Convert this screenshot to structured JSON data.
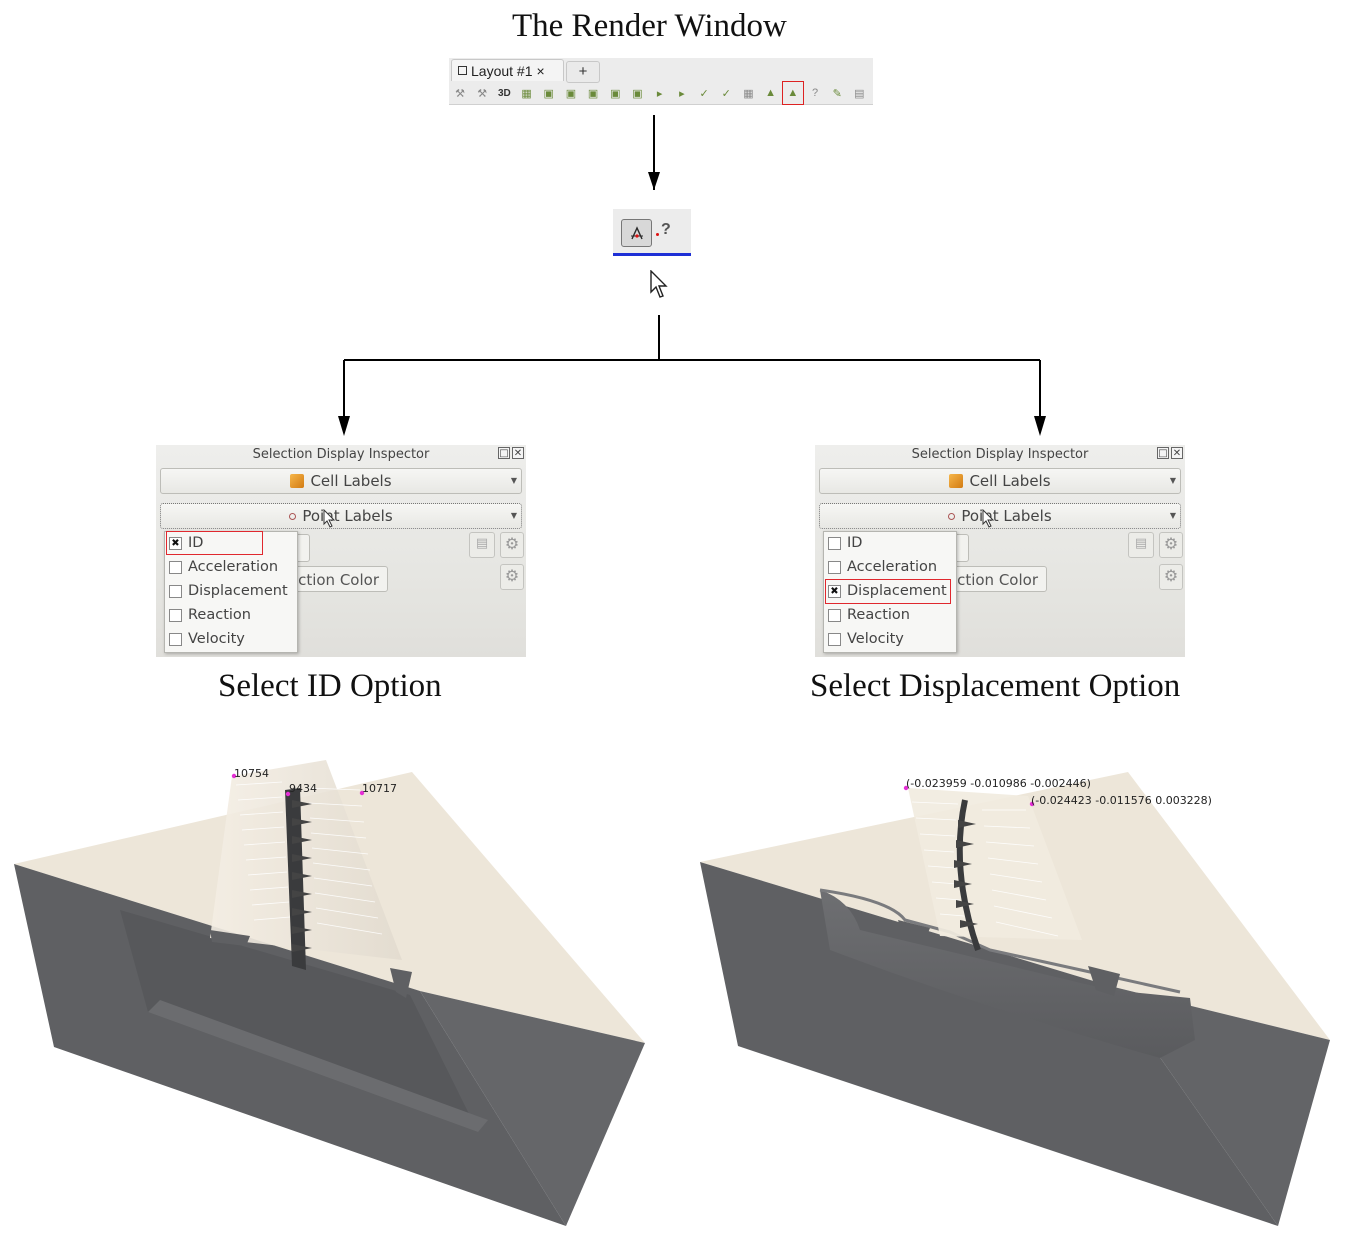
{
  "title": "The Render Window",
  "toolbar": {
    "tab_label": "Layout #1",
    "tab_close": "×",
    "tab_add": "+",
    "btn_3d": "3D"
  },
  "zoomed": {
    "question_label": "?"
  },
  "panels": [
    {
      "title": "Selection Display Inspector",
      "cell_labels": "Cell Labels",
      "point_labels": "Point Labels",
      "color_button": "ection Color",
      "options": [
        {
          "label": "ID",
          "checked": true
        },
        {
          "label": "Acceleration",
          "checked": false
        },
        {
          "label": "Displacement",
          "checked": false
        },
        {
          "label": "Reaction",
          "checked": false
        },
        {
          "label": "Velocity",
          "checked": false
        }
      ],
      "caption": "Select ID Option"
    },
    {
      "title": "Selection Display Inspector",
      "cell_labels": "Cell Labels",
      "point_labels": "Point Labels",
      "color_button": "ection Color",
      "options": [
        {
          "label": "ID",
          "checked": false
        },
        {
          "label": "Acceleration",
          "checked": false
        },
        {
          "label": "Displacement",
          "checked": true
        },
        {
          "label": "Reaction",
          "checked": false
        },
        {
          "label": "Velocity",
          "checked": false
        }
      ],
      "caption": "Select Displacement Option"
    }
  ],
  "render_left": {
    "labels": [
      "10754",
      "9434",
      "10717"
    ]
  },
  "render_right": {
    "labels": [
      "(-0.023959 -0.010986 -0.002446)",
      "(-0.024423 -0.011576 0.003228)"
    ]
  },
  "colors": {
    "highlight": "#e0282e",
    "underline": "#1e2fd6",
    "solid_side": "#5f6063",
    "solid_top": "#ede6d9",
    "point_marker": "#e52fd6"
  }
}
